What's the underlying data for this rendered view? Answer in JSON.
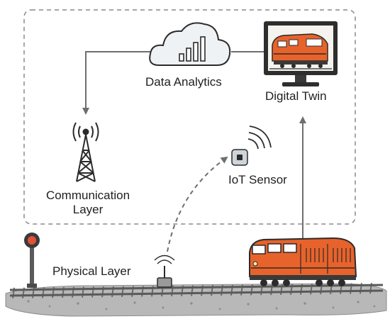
{
  "labels": {
    "data_analytics": "Data Analytics",
    "digital_twin": "Digital Twin",
    "communication_line1": "Communication",
    "communication_line2": "Layer",
    "iot_sensor": "IoT Sensor",
    "physical_layer": "Physical Layer"
  },
  "colors": {
    "locomotive": "#e8632b",
    "outline": "#2b2b2b",
    "dashed_box": "#8a8a8a",
    "arrow": "#6e6e6e",
    "cloud_fill": "#eef2f4",
    "signal_light": "#e0523a"
  },
  "icons": [
    "cloud-icon",
    "bar-chart-icon",
    "monitor-icon",
    "locomotive-icon",
    "cell-tower-icon",
    "iot-sensor-icon",
    "railway-signal-icon",
    "trackside-device-icon"
  ]
}
